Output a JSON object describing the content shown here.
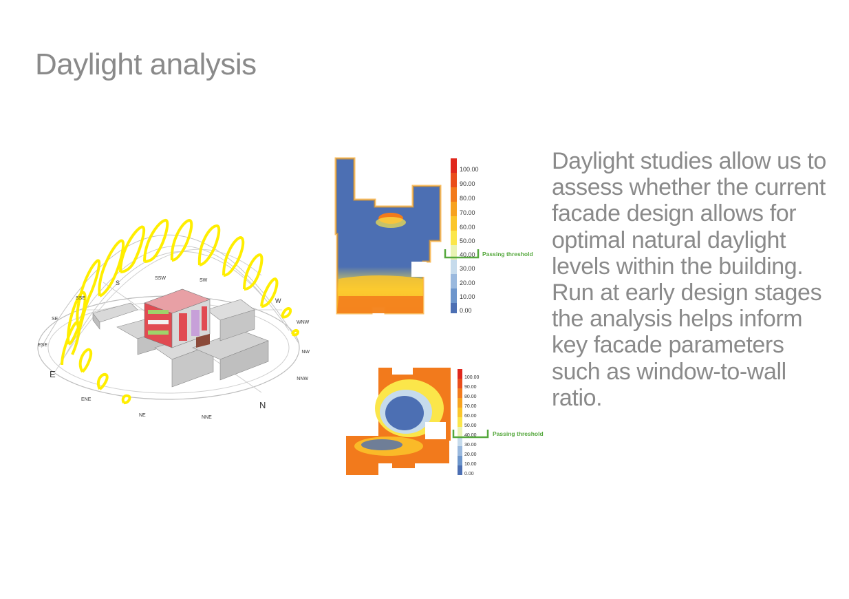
{
  "page": {
    "title": "Daylight analysis",
    "description": "Daylight studies allow us to assess whether the current facade design allows for optimal natural daylight levels within the building. Run at early design stages the analysis helps inform key facade parameters such as window-to-wall ratio."
  },
  "sunpath": {
    "compass": [
      "S",
      "SSW",
      "SW",
      "W",
      "WNW",
      "NW",
      "NNW",
      "N",
      "NNE",
      "NE",
      "ENE",
      "E",
      "ESE",
      "SE",
      "SSE"
    ],
    "colors": {
      "sun_path": "#ffee00",
      "grid": "#b5b5b5",
      "building": "#cccccc",
      "facade_red": "#e14b52",
      "facade_green": "#9fd36a"
    }
  },
  "daylight_maps": {
    "legend_values": [
      "100.00",
      "90.00",
      "80.00",
      "70.00",
      "60.00",
      "50.00",
      "40.00",
      "30.00",
      "20.00",
      "10.00",
      "0.00"
    ],
    "legend_colors": [
      "#e0281d",
      "#ea4d1b",
      "#f27a1c",
      "#f7a21f",
      "#fbc62a",
      "#fbe64a",
      "#e9f3b3",
      "#c6dbec",
      "#9ab9de",
      "#6d96cc",
      "#4c6fb3"
    ],
    "threshold_label": "Passing threshold",
    "threshold_color": "#55a83d"
  }
}
